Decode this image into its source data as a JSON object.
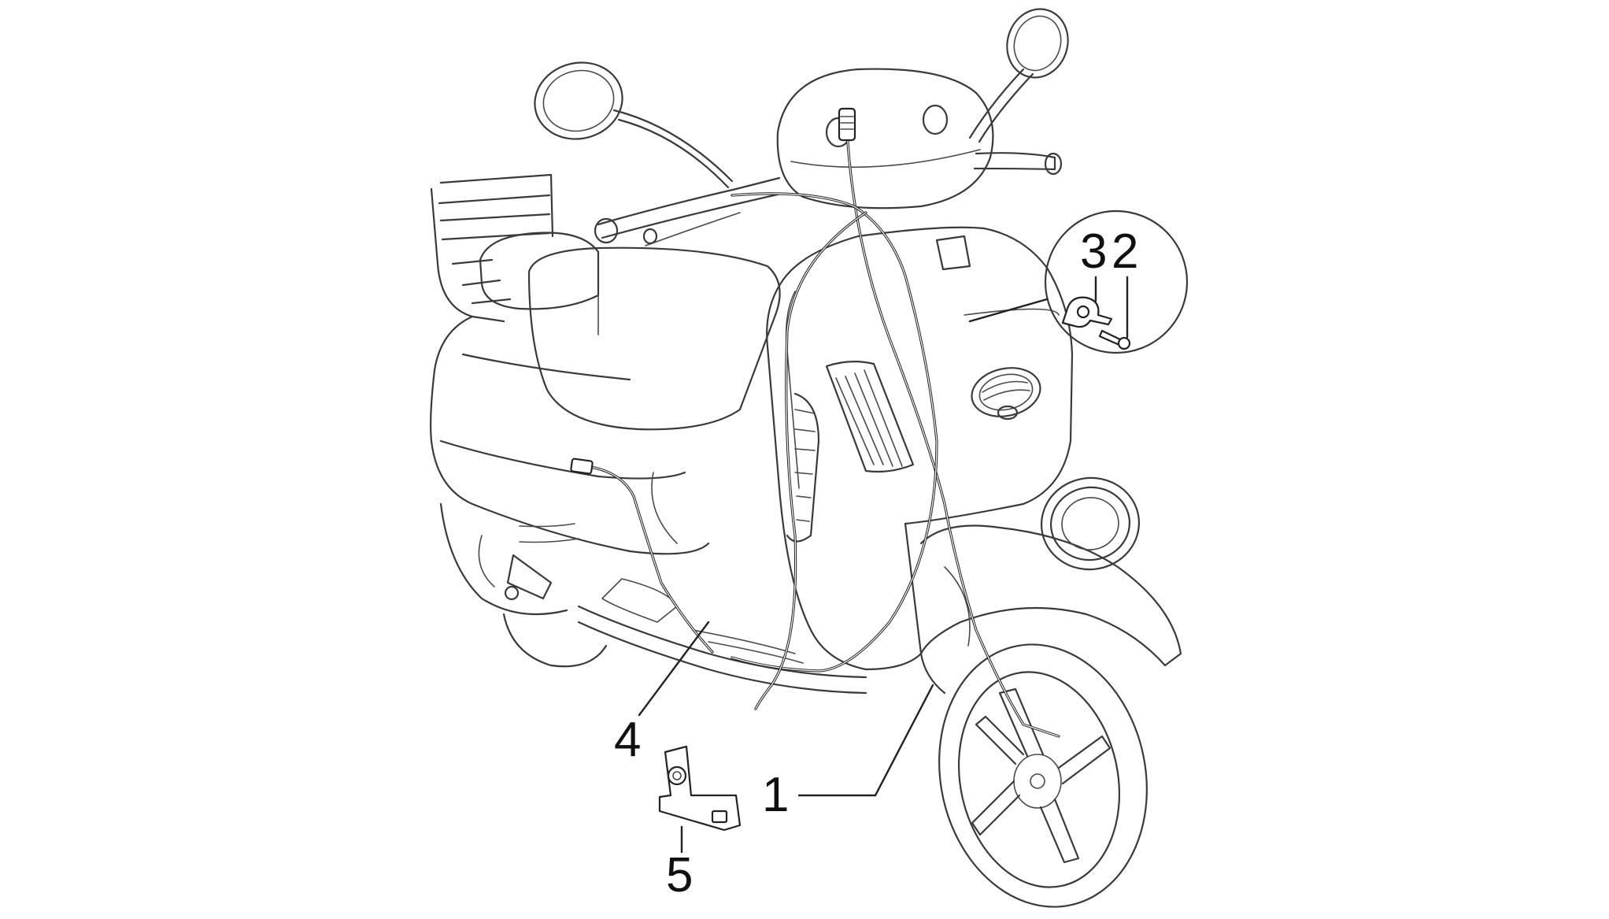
{
  "callouts": {
    "c1": "1",
    "c2": "2",
    "c3": "3",
    "c4": "4",
    "c5": "5"
  },
  "colors": {
    "line_art": "#3a3a3a",
    "cable": "#1e1e1e",
    "background": "#ffffff"
  }
}
